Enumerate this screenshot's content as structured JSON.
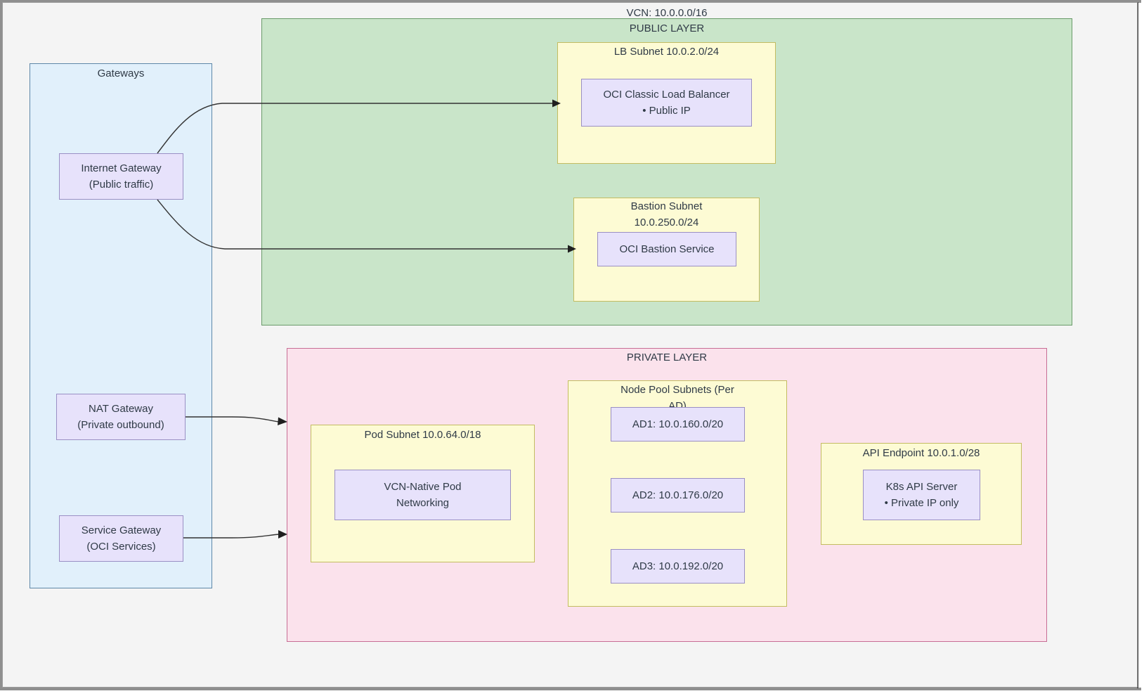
{
  "diagram": {
    "vcn_label": "VCN: 10.0.0.0/16",
    "public_layer": {
      "title": "PUBLIC LAYER",
      "lb_subnet": {
        "title": "LB Subnet 10.0.2.0/24",
        "node_line1": "OCI Classic Load Balancer",
        "node_line2": "• Public IP"
      },
      "bastion_subnet": {
        "title_line1": "Bastion Subnet",
        "title_line2": "10.0.250.0/24",
        "node_line1": "OCI Bastion Service"
      }
    },
    "private_layer": {
      "title": "PRIVATE LAYER",
      "pod_subnet": {
        "title": "Pod Subnet 10.0.64.0/18",
        "node_line1": "VCN-Native Pod",
        "node_line2": "Networking"
      },
      "node_pool_subnets": {
        "title_line1": "Node Pool Subnets (Per",
        "title_line2": "AD)",
        "ad1": "AD1: 10.0.160.0/20",
        "ad2": "AD2: 10.0.176.0/20",
        "ad3": "AD3: 10.0.192.0/20"
      },
      "api_endpoint": {
        "title": "API Endpoint 10.0.1.0/28",
        "node_line1": "K8s API Server",
        "node_line2": "• Private IP only"
      }
    },
    "gateways": {
      "title": "Gateways",
      "internet_gateway": {
        "line1": "Internet Gateway",
        "line2": "(Public traffic)"
      },
      "nat_gateway": {
        "line1": "NAT Gateway",
        "line2": "(Private outbound)"
      },
      "service_gateway": {
        "line1": "Service Gateway",
        "line2": "(OCI Services)"
      }
    },
    "colors": {
      "public_layer_fill": "#c9e5c9",
      "public_layer_stroke": "#6a9a6a",
      "private_layer_fill": "#fbe2ec",
      "private_layer_stroke": "#c76d94",
      "gateways_fill": "#e1f0fb",
      "gateways_stroke": "#5d87a8",
      "subnet_fill": "#fdfbd4",
      "subnet_stroke": "#c3bc61",
      "node_fill": "#e7e2fb",
      "node_stroke": "#9a8fc4",
      "edge_stroke": "#333333",
      "canvas_fill": "#f4f4f4",
      "text": "#2f3a46"
    }
  }
}
